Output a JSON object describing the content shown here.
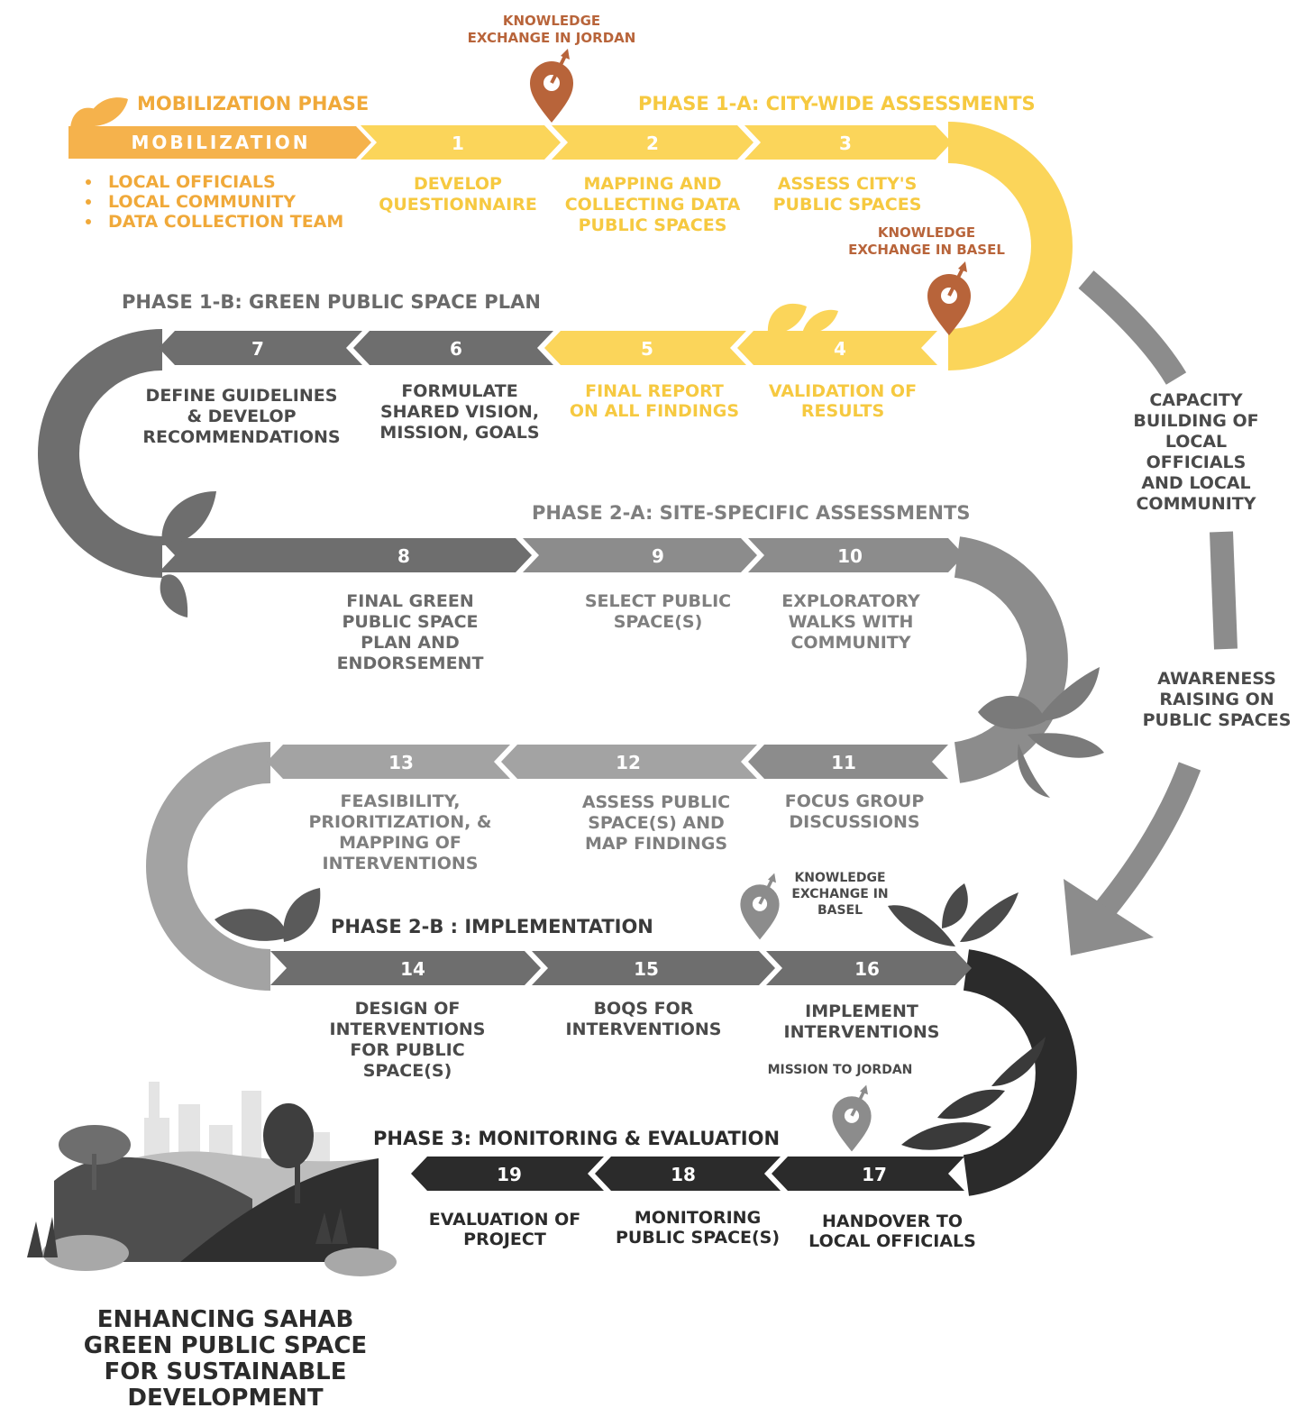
{
  "colors": {
    "orange": "#f5b24c",
    "orange_text": "#f0a93a",
    "yellow": "#fbd55a",
    "yellow_text": "#f6c940",
    "gray_dark": "#6e6e6e",
    "gray_mid": "#8c8c8c",
    "gray_light": "#a3a3a3",
    "black": "#2b2b2b",
    "pin": "#b8643a",
    "dark_text": "#4a4a4a",
    "mid_text": "#6a6a6a",
    "light_text": "#7f7f7f"
  },
  "mobilization": {
    "header": "MOBILIZATION PHASE",
    "bar_label": "MOBILIZATION",
    "bullets": [
      "LOCAL OFFICIALS",
      "LOCAL COMMUNITY",
      "DATA COLLECTION TEAM"
    ]
  },
  "phases": {
    "p1a": "PHASE 1-A: CITY-WIDE ASSESSMENTS",
    "p1b": "PHASE 1-B: GREEN PUBLIC SPACE PLAN",
    "p2a": "PHASE 2-A: SITE-SPECIFIC ASSESSMENTS",
    "p2b": "PHASE 2-B : IMPLEMENTATION",
    "p3": "PHASE 3: MONITORING & EVALUATION"
  },
  "steps": [
    {
      "num": "1",
      "lines": [
        "DEVELOP",
        "QUESTIONNAIRE"
      ]
    },
    {
      "num": "2",
      "lines": [
        "MAPPING AND",
        "COLLECTING DATA",
        "PUBLIC SPACES"
      ]
    },
    {
      "num": "3",
      "lines": [
        "ASSESS CITY'S",
        "PUBLIC SPACES"
      ]
    },
    {
      "num": "4",
      "lines": [
        "VALIDATION OF",
        "RESULTS"
      ]
    },
    {
      "num": "5",
      "lines": [
        "FINAL REPORT",
        "ON ALL FINDINGS"
      ]
    },
    {
      "num": "6",
      "lines": [
        "FORMULATE",
        "SHARED VISION,",
        "MISSION, GOALS"
      ]
    },
    {
      "num": "7",
      "lines": [
        "DEFINE  GUIDELINES",
        "& DEVELOP",
        "RECOMMENDATIONS"
      ]
    },
    {
      "num": "8",
      "lines": [
        "FINAL GREEN",
        "PUBLIC SPACE",
        "PLAN AND",
        "ENDORSEMENT"
      ]
    },
    {
      "num": "9",
      "lines": [
        "SELECT PUBLIC",
        "SPACE(S)"
      ]
    },
    {
      "num": "10",
      "lines": [
        "EXPLORATORY",
        "WALKS WITH",
        "COMMUNITY"
      ]
    },
    {
      "num": "11",
      "lines": [
        "FOCUS GROUP",
        "DISCUSSIONS"
      ]
    },
    {
      "num": "12",
      "lines": [
        "ASSESS PUBLIC",
        "SPACE(S) AND",
        "MAP FINDINGS"
      ]
    },
    {
      "num": "13",
      "lines": [
        "FEASIBILITY,",
        "PRIORITIZATION,  &",
        "MAPPING OF",
        "INTERVENTIONS"
      ]
    },
    {
      "num": "14",
      "lines": [
        "DESIGN OF",
        "INTERVENTIONS",
        "FOR PUBLIC",
        "SPACE(S)"
      ]
    },
    {
      "num": "15",
      "lines": [
        "BOQS FOR",
        "INTERVENTIONS"
      ]
    },
    {
      "num": "16",
      "lines": [
        "IMPLEMENT",
        "INTERVENTIONS"
      ]
    },
    {
      "num": "17",
      "lines": [
        "HANDOVER TO",
        "LOCAL OFFICIALS"
      ]
    },
    {
      "num": "18",
      "lines": [
        "MONITORING",
        "PUBLIC SPACE(S)"
      ]
    },
    {
      "num": "19",
      "lines": [
        "EVALUATION OF",
        "PROJECT"
      ]
    }
  ],
  "annotations": {
    "jordan_exchange": [
      "KNOWLEDGE",
      "EXCHANGE IN JORDAN"
    ],
    "basel_exchange_1": [
      "KNOWLEDGE",
      "EXCHANGE IN BASEL"
    ],
    "basel_exchange_2": [
      "KNOWLEDGE",
      "EXCHANGE IN",
      "BASEL"
    ],
    "mission_jordan": "MISSION TO JORDAN"
  },
  "side": {
    "capacity": [
      "CAPACITY",
      "BUILDING OF",
      "LOCAL",
      "OFFICIALS",
      "AND LOCAL",
      "COMMUNITY"
    ],
    "awareness": [
      "AWARENESS",
      "RAISING ON",
      "PUBLIC SPACES"
    ]
  },
  "footer_title": [
    "ENHANCING SAHAB",
    "GREEN PUBLIC SPACE",
    "FOR SUSTAINABLE",
    "DEVELOPMENT"
  ]
}
